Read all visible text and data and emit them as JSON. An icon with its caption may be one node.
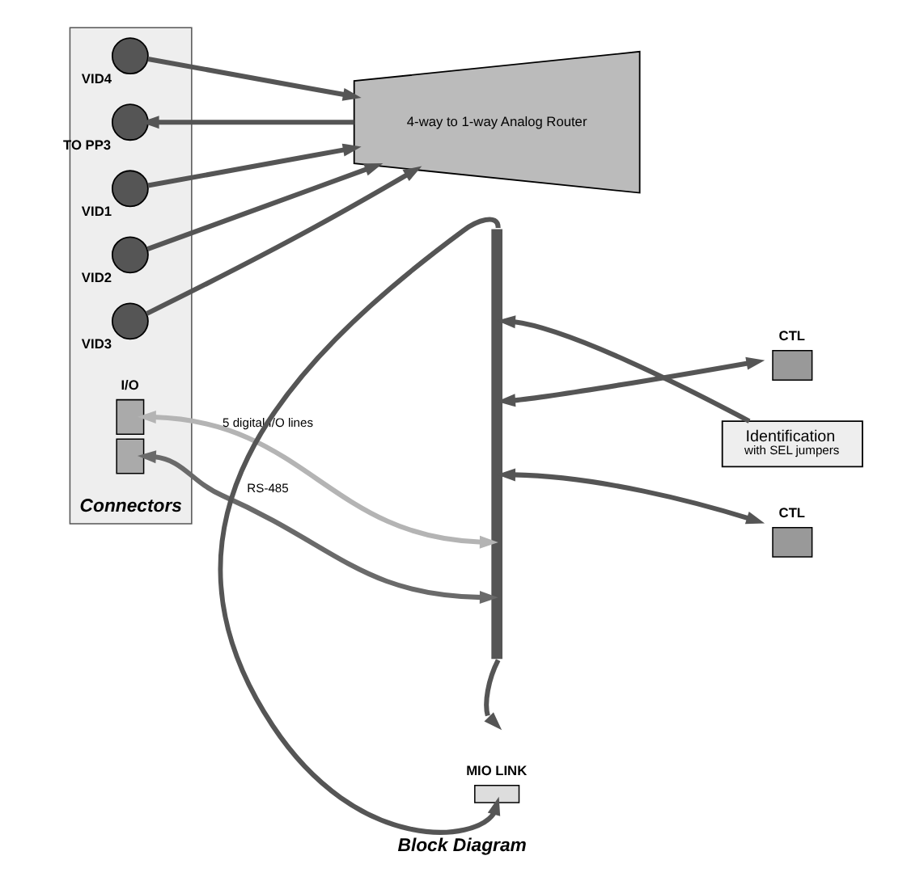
{
  "diagram": {
    "title": "Block Diagram",
    "nodes": [
      {
        "text": [
          "Connectors"
        ]
      },
      {
        "text": [
          "TO PP3"
        ],
        "in": 0
      },
      {
        "text": [
          "VID1"
        ],
        "in": 0
      },
      {
        "text": [
          "VID2"
        ],
        "in": 0
      },
      {
        "text": [
          "VID3"
        ],
        "in": 0
      },
      {
        "text": [
          "VID4"
        ],
        "in": 0
      },
      {
        "text": [
          "I/O"
        ],
        "in": 0
      },
      {
        "text": [
          "4-way to 1-way Analog Router"
        ]
      },
      {
        "text": [
          "MIO LINK"
        ]
      },
      {
        "text": [
          "Identification",
          "with SEL jumpers"
        ]
      },
      {
        "text": [
          "CTL"
        ]
      },
      {
        "text": [
          "CTL"
        ]
      },
      {
        "text": [],
        "shape": "bar"
      }
    ],
    "edges": [
      {
        "from": 7,
        "to": 1,
        "arrow": "to"
      },
      {
        "from": 2,
        "to": 7,
        "arrow": "to"
      },
      {
        "from": 3,
        "to": 7,
        "arrow": "to"
      },
      {
        "from": 4,
        "to": 7,
        "arrow": "to"
      },
      {
        "from": 5,
        "to": 7,
        "arrow": "to"
      },
      {
        "from": 12,
        "to": 8,
        "arrow": "to"
      },
      {
        "from": 9,
        "to": 12,
        "arrow": "to"
      },
      {
        "from": 12,
        "to": 10,
        "arrow": "both"
      },
      {
        "from": 12,
        "to": 11,
        "arrow": "both"
      },
      {
        "from": 6,
        "to": 12,
        "arrow": "both",
        "label": "5 digital I/O lines",
        "color": "#b4b4b4"
      },
      {
        "from": 6,
        "to": 12,
        "arrow": "both",
        "label": "RS-485",
        "color": "#6a6a6a"
      },
      {
        "from": 12,
        "to": null,
        "arrow": "to"
      }
    ]
  }
}
